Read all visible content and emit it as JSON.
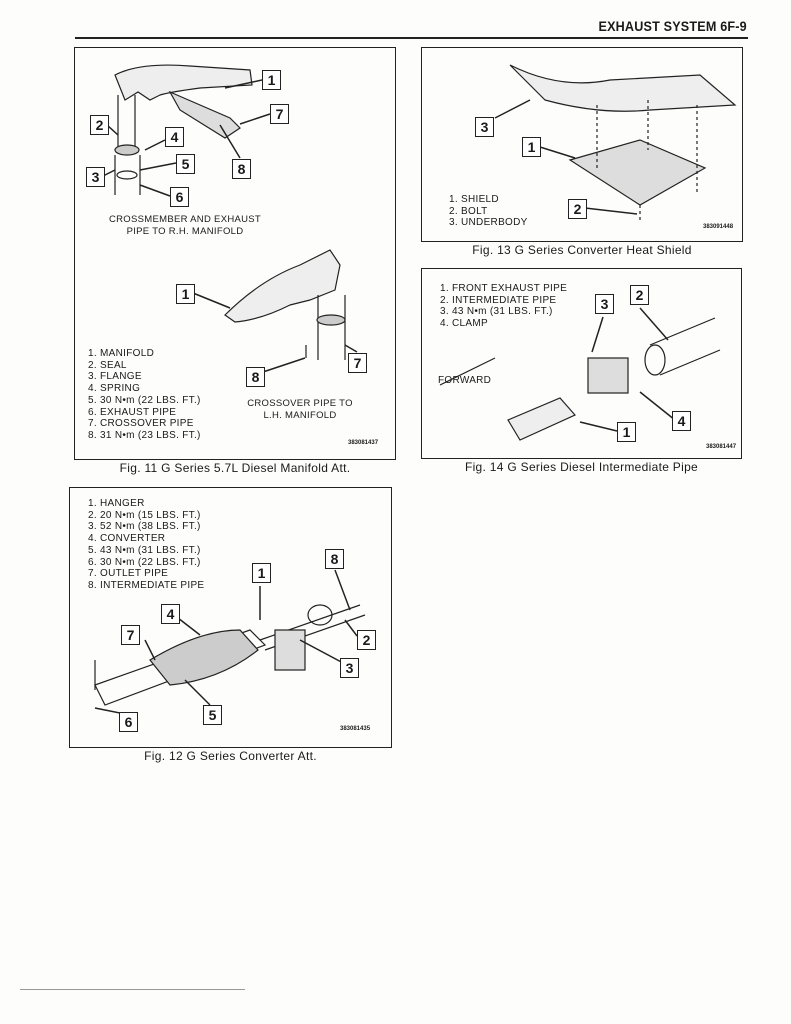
{
  "header": {
    "title": "EXHAUST SYSTEM 6F-9"
  },
  "fig11": {
    "caption": "Fig. 11 G Series 5.7L Diesel Manifold Att.",
    "note_upper": [
      "CROSSMEMBER AND EXHAUST",
      "PIPE TO R.H. MANIFOLD"
    ],
    "note_lower": [
      "CROSSOVER PIPE TO",
      "L.H. MANIFOLD"
    ],
    "part_number": "383081437",
    "legend": [
      "1.  MANIFOLD",
      "2.  SEAL",
      "3.  FLANGE",
      "4.  SPRING",
      "5.  30 N•m (22 LBS. FT.)",
      "6.  EXHAUST PIPE",
      "7.  CROSSOVER PIPE",
      "8.  31 N•m (23 LBS. FT.)"
    ],
    "callouts": [
      "1",
      "7",
      "2",
      "4",
      "5",
      "8",
      "3",
      "6",
      "1",
      "7",
      "8"
    ]
  },
  "fig13": {
    "caption": "Fig. 13 G Series Converter Heat Shield",
    "part_number": "383091448",
    "legend": [
      "1.  SHIELD",
      "2.  BOLT",
      "3.  UNDERBODY"
    ],
    "callouts": [
      "3",
      "1",
      "2"
    ]
  },
  "fig14": {
    "caption": "Fig. 14 G Series Diesel Intermediate Pipe",
    "part_number": "383081447",
    "forward": "FORWARD",
    "legend": [
      "1.  FRONT EXHAUST PIPE",
      "2.  INTERMEDIATE PIPE",
      "3.  43 N•m (31 LBS. FT.)",
      "4.  CLAMP"
    ],
    "callouts": [
      "3",
      "2",
      "1",
      "4"
    ]
  },
  "fig12": {
    "caption": "Fig. 12 G Series Converter Att.",
    "part_number": "383081435",
    "legend": [
      "1.  HANGER",
      "2.  20 N•m (15 LBS. FT.)",
      "3.  52 N•m (38 LBS. FT.)",
      "4.  CONVERTER",
      "5.  43 N•m (31 LBS. FT.)",
      "6.  30 N•m (22 LBS. FT.)",
      "7.  OUTLET PIPE",
      "8.  INTERMEDIATE PIPE"
    ],
    "callouts": [
      "1",
      "8",
      "4",
      "7",
      "2",
      "3",
      "5",
      "6"
    ]
  }
}
